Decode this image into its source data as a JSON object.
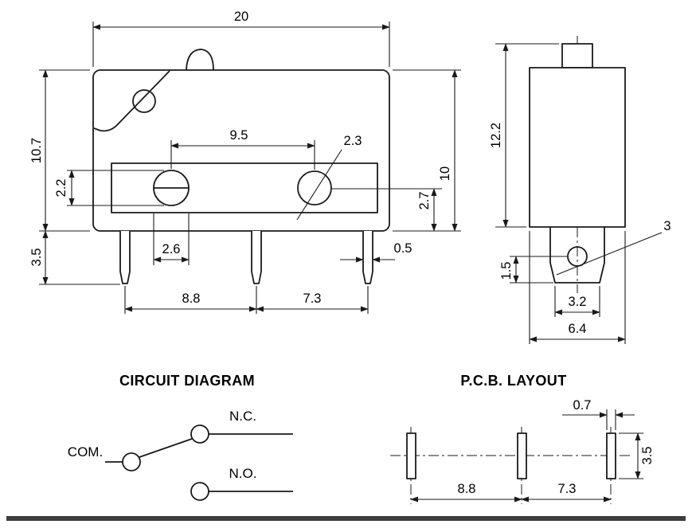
{
  "front_view": {
    "dims": {
      "overall_width": "20",
      "body_height": "10.7",
      "hole_dia_small": "2.2",
      "pin_length": "3.5",
      "hole_spacing": "9.5",
      "hole_dia_large": "2.3",
      "hole_to_bottom": "2.7",
      "body_height_right": "10",
      "slot_width": "2.6",
      "pin_width": "0.5",
      "pin_pitch_left": "8.8",
      "pin_pitch_right": "7.3"
    }
  },
  "side_view": {
    "dims": {
      "overall_height": "12.2",
      "hole_label": "3",
      "hole_to_bottom": "1.5",
      "tab_width": "3.2",
      "body_depth": "6.4"
    }
  },
  "circuit_diagram": {
    "title": "CIRCUIT DIAGRAM",
    "labels": {
      "com": "COM.",
      "nc": "N.C.",
      "no": "N.O."
    }
  },
  "pcb_layout": {
    "title": "P.C.B. LAYOUT",
    "dims": {
      "pad_width": "0.7",
      "pad_height": "3.5",
      "pitch_left": "8.8",
      "pitch_right": "7.3"
    }
  },
  "colors": {
    "line": "#1a1a1a",
    "footer_bar": "#3c3c3c",
    "background": "#ffffff"
  }
}
